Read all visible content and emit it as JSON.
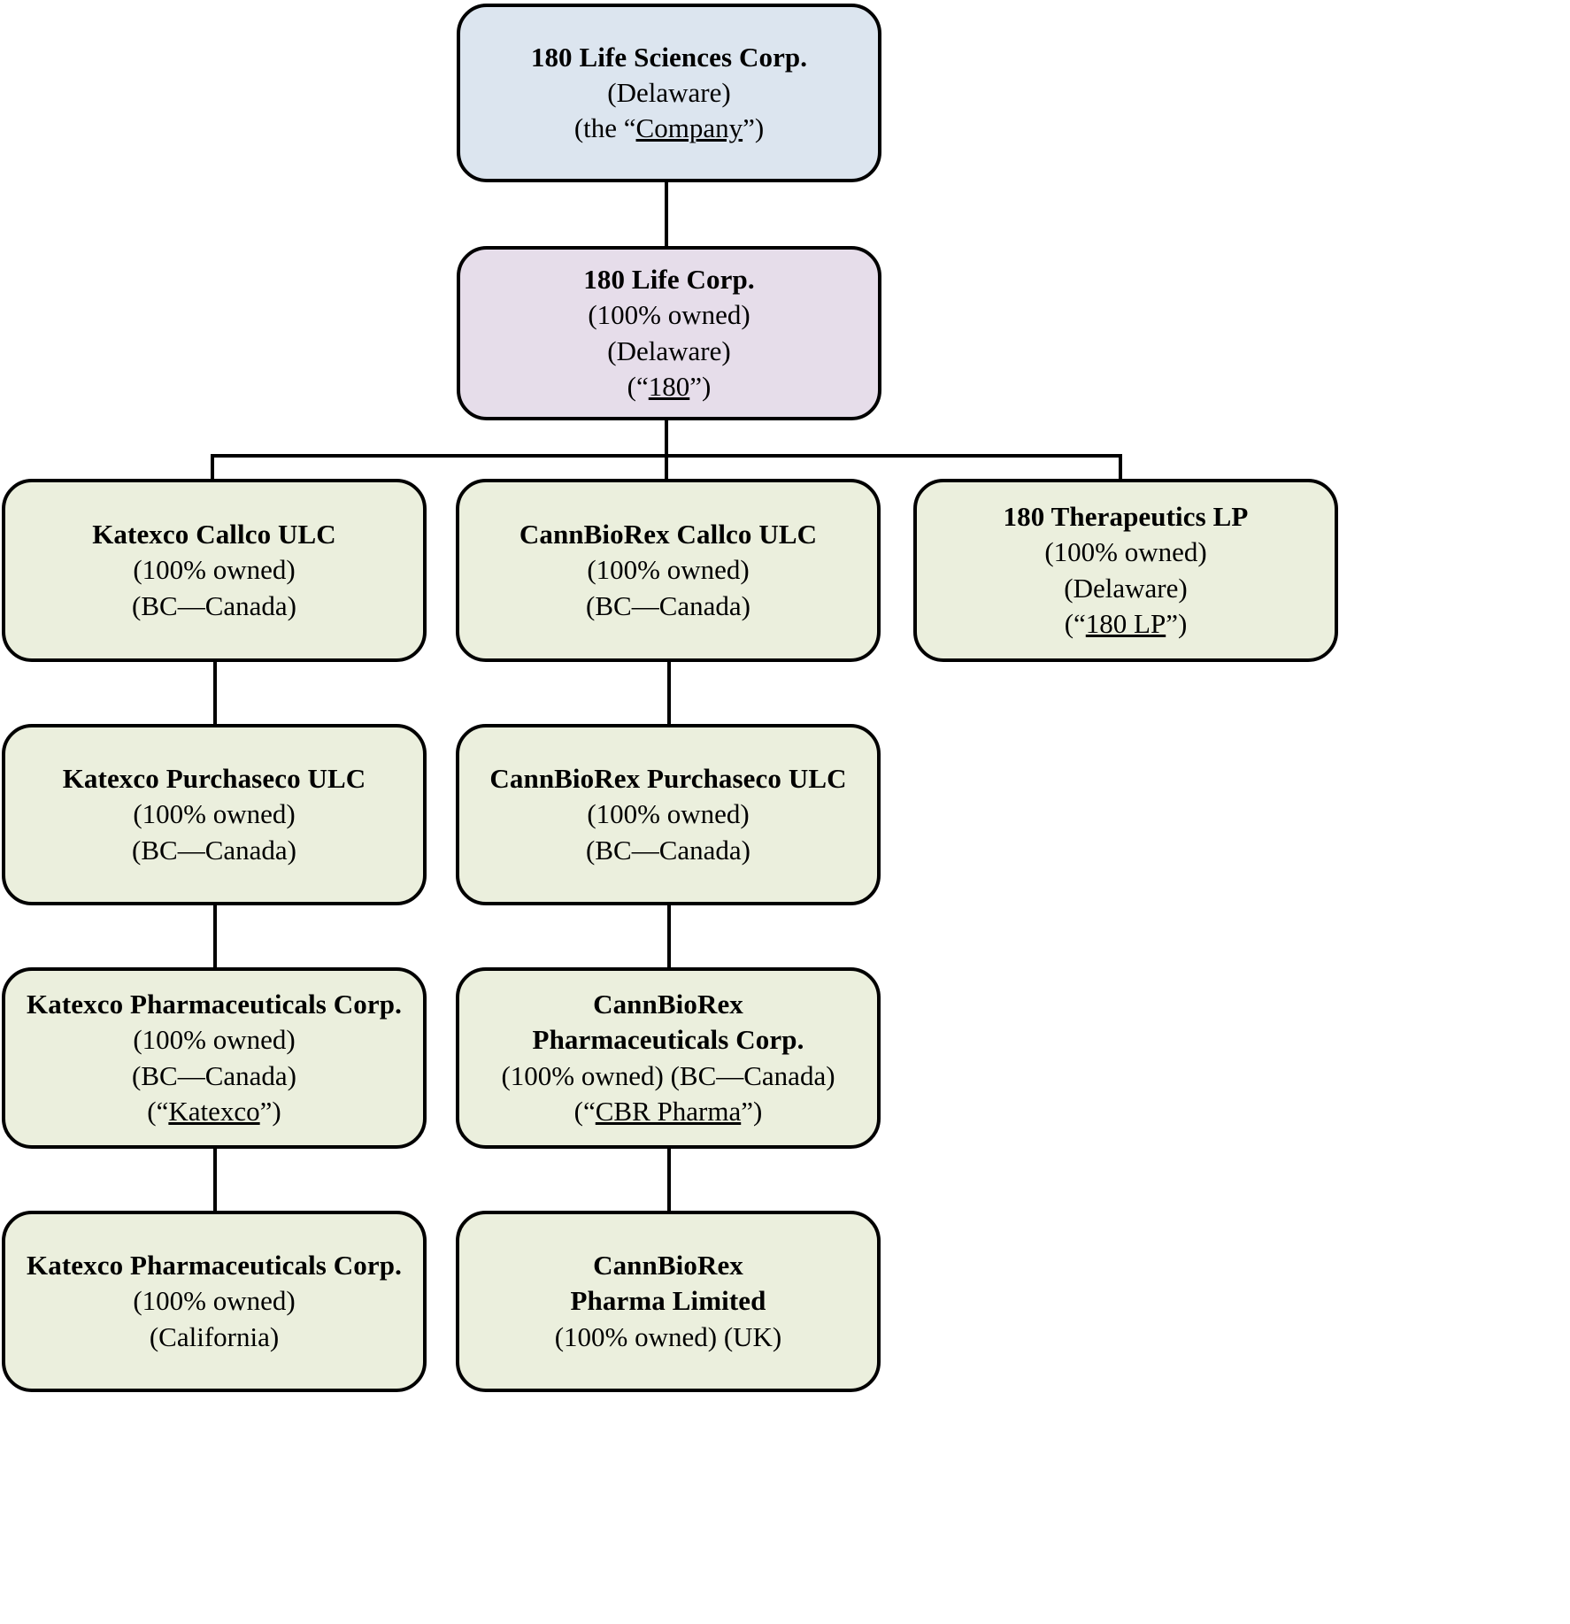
{
  "diagram": {
    "title": "180 Life Sciences Corp. corporate organizational structure",
    "type": "organizational-hierarchy-chart",
    "colors": {
      "root_fill": "#dce5ef",
      "second_fill": "#e6ddea",
      "subsidiary_fill": "#ebefdd",
      "border": "#000000",
      "background": "#ffffff",
      "text": "#000000"
    }
  },
  "nodes": {
    "root": {
      "title": "180 Life Sciences Corp.",
      "line1": "(Delaware)",
      "alias_prefix": "(the “",
      "alias": "Company",
      "alias_suffix": "”)"
    },
    "life_corp": {
      "title": "180 Life Corp.",
      "line1": "(100% owned)",
      "line2": "(Delaware)",
      "alias_prefix": "(“",
      "alias": "180",
      "alias_suffix": "”)"
    },
    "katexco_callco": {
      "title": "Katexco Callco ULC",
      "line1": "(100% owned)",
      "line2": "(BC—Canada)"
    },
    "cannbiorex_callco": {
      "title": "CannBioRex Callco ULC",
      "line1": "(100% owned)",
      "line2": "(BC—Canada)"
    },
    "therapeutics_lp": {
      "title": "180 Therapeutics LP",
      "line1": "(100% owned)",
      "line2": "(Delaware)",
      "alias_prefix": "(“",
      "alias": "180 LP",
      "alias_suffix": "”)"
    },
    "katexco_purchaseco": {
      "title": "Katexco Purchaseco ULC",
      "line1": "(100% owned)",
      "line2": "(BC—Canada)"
    },
    "cannbiorex_purchaseco": {
      "title": "CannBioRex Purchaseco ULC",
      "line1": "(100% owned)",
      "line2": "(BC—Canada)"
    },
    "katexco_pharma_bc": {
      "title": "Katexco Pharmaceuticals Corp.",
      "line1": "(100% owned)",
      "line2": "(BC—Canada)",
      "alias_prefix": "(“",
      "alias": "Katexco",
      "alias_suffix": "”)"
    },
    "cannbiorex_pharma": {
      "title_line1": "CannBioRex",
      "title_line2": "Pharmaceuticals Corp.",
      "line1": "(100% owned) (BC—Canada)",
      "alias_prefix": "(“",
      "alias": "CBR Pharma",
      "alias_suffix": "”)"
    },
    "katexco_pharma_ca": {
      "title": "Katexco Pharmaceuticals Corp.",
      "line1": "(100% owned)",
      "line2": "(California)"
    },
    "cannbiorex_pharma_ltd": {
      "title_line1": "CannBioRex",
      "title_line2": "Pharma Limited",
      "line1": "(100% owned) (UK)"
    }
  }
}
